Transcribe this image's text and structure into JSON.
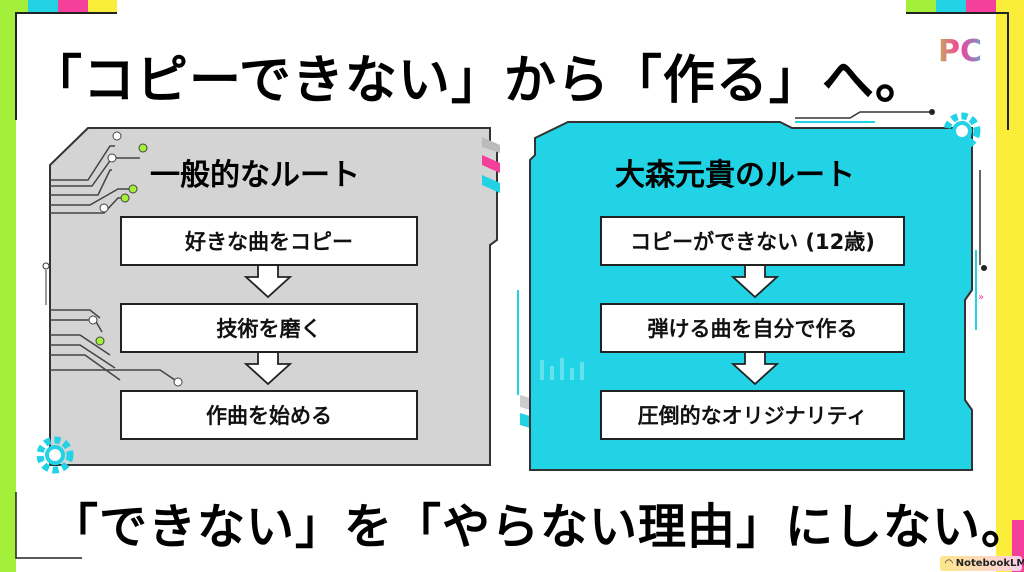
{
  "headline": "「コピーできない」から「作る」へ。",
  "footer": "「できない」を「やらない理由」にしない。",
  "left_panel": {
    "title": "一般的なルート",
    "steps": [
      "好きな曲をコピー",
      "技術を磨く",
      "作曲を始める"
    ]
  },
  "right_panel": {
    "title": "大森元貴のルート",
    "steps": [
      "コピーができない (12歳)",
      "弾ける曲を自分で作る",
      "圧倒的なオリジナリティ"
    ]
  },
  "badge": {
    "label": "NotebookLM",
    "icon": "notebooklm-icon"
  },
  "logo": {
    "text": "PC"
  },
  "colors": {
    "lime": "#a3ef3a",
    "cyan": "#22d3e6",
    "pink": "#f43f9b",
    "yellow": "#fbee3a",
    "gray_panel": "#d4d4d4"
  }
}
